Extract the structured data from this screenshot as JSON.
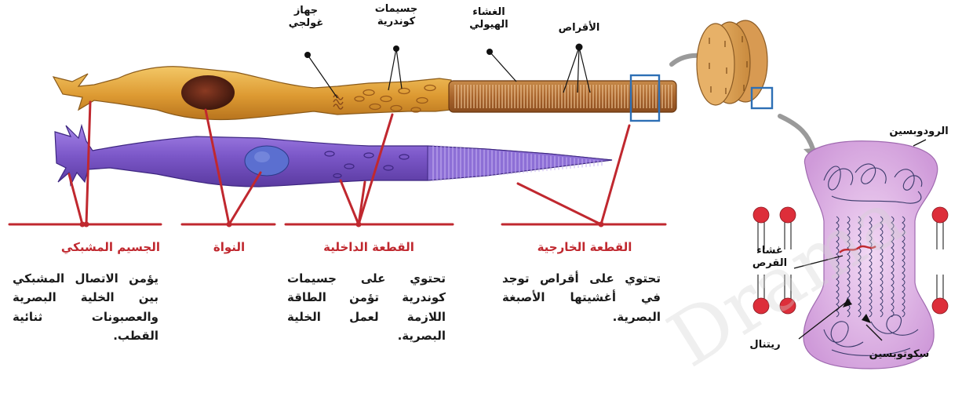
{
  "labels": {
    "golgi_line1": "جهاز",
    "golgi_line2": "غولجي",
    "mito_line1": "جسيمات",
    "mito_line2": "كوندرية",
    "membrane_line1": "الغشاء",
    "membrane_line2": "الهيولي",
    "discs": "الأقراص",
    "rhodopsin": "الرودوبسين",
    "disc_membrane_line1": "غشاء",
    "disc_membrane_line2": "القرص",
    "retinal": "ريتنال",
    "scotopsin": "سكوتوبسين"
  },
  "sections": [
    {
      "title": "الجسيم المشبكي",
      "description": "يؤمن الاتصال المشبكي بين الخلية البصرية والعصبونات ثنائية القطب."
    },
    {
      "title": "النواة",
      "description": ""
    },
    {
      "title": "القطعة الداخلية",
      "description": "تحتوي على جسيمات كوندرية تؤمن الطاقة اللازمة لعمل الخلية البصرية."
    },
    {
      "title": "القطعة الخارجية",
      "description": "تحتوي على أقراص توجد في أغشيتها الأصبغة البصرية."
    }
  ],
  "watermark": "Drama",
  "colors": {
    "rod_body": "#e0a338",
    "cone_body": "#7b57c8",
    "pointer_red": "#c0282f",
    "highlight_box": "#2d6fb5",
    "rhodopsin_fill": "#dcb4e6",
    "lipid_head": "#dd2e3a"
  }
}
